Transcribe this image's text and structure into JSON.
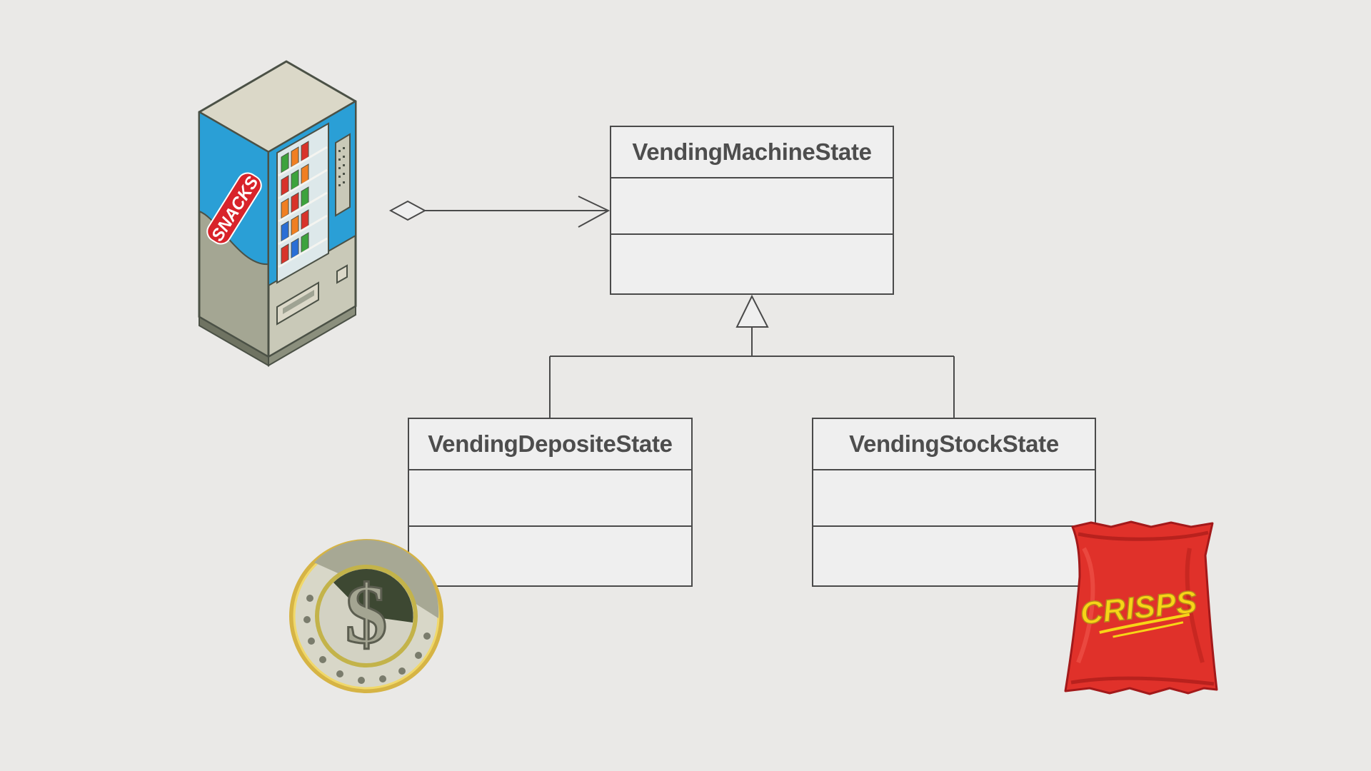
{
  "diagram": {
    "classes": {
      "machine_state": {
        "name": "VendingMachineState"
      },
      "deposit_state": {
        "name": "VendingDepositeState"
      },
      "stock_state": {
        "name": "VendingStockState"
      }
    },
    "relationships": [
      {
        "type": "aggregation",
        "from": "vending-machine",
        "to": "machine_state"
      },
      {
        "type": "generalization",
        "from": "deposit_state",
        "to": "machine_state"
      },
      {
        "type": "generalization",
        "from": "stock_state",
        "to": "machine_state"
      }
    ],
    "illustrations": {
      "vending_machine": {
        "label": "SNACKS",
        "icon": "vending-machine-icon"
      },
      "coin": {
        "symbol": "$",
        "icon": "dollar-coin-icon"
      },
      "chips_bag": {
        "label": "CRISPS",
        "icon": "crisps-bag-icon"
      }
    },
    "colors": {
      "background": "#eae9e7",
      "box_fill": "#efefef",
      "line": "#4a4a4a",
      "machine_blue": "#2a9fd6",
      "crisps_red": "#e0312a",
      "crisps_yellow": "#f7d417",
      "coin_gold": "#e1c146"
    }
  }
}
